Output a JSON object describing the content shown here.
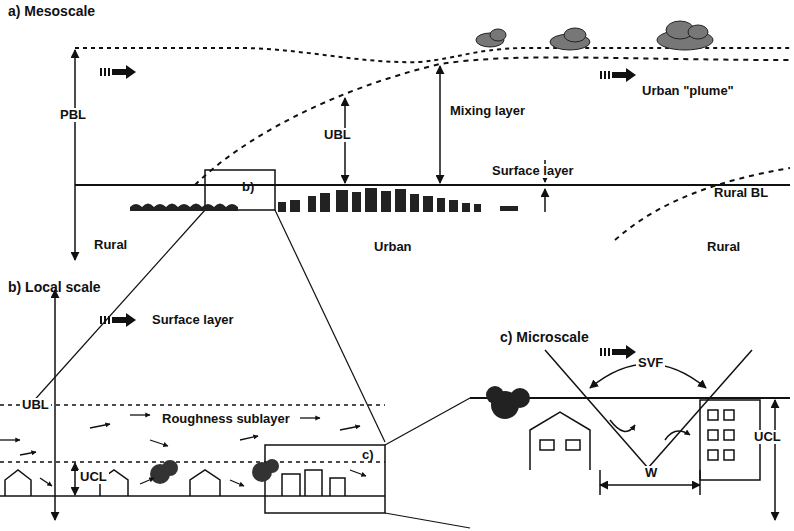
{
  "diagram": {
    "labels": [
      "a) Mesoscale",
      "PBL",
      "UBL",
      "Mixing layer",
      "Urban \"plume\"",
      "Surface layer",
      "Rural BL",
      "Rural",
      "Urban",
      "Rural",
      "b)",
      "b) Local scale",
      "UBL",
      "Surface layer",
      "Roughness sublayer",
      "UCL",
      "c)",
      "c) Microscale",
      "SVF",
      "W",
      "UCL"
    ]
  }
}
